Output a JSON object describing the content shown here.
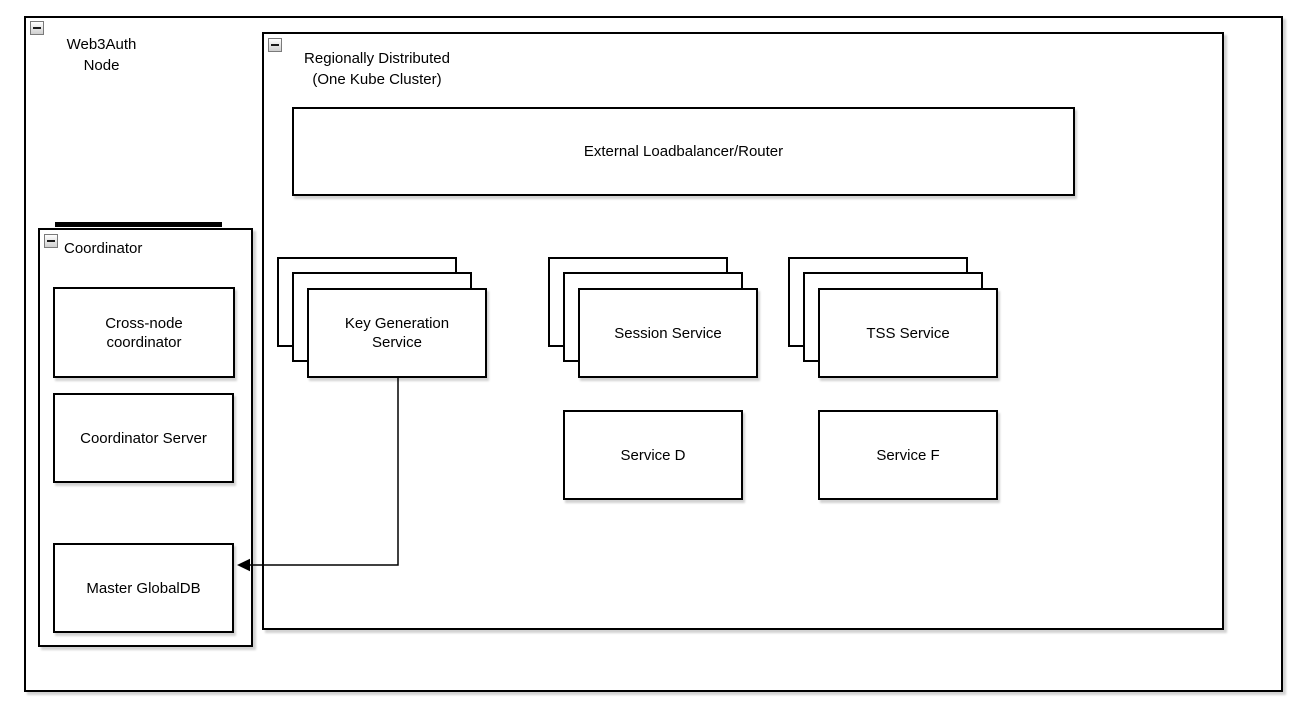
{
  "diagram": {
    "colors": {
      "stroke": "#000000",
      "fill": "#ffffff",
      "shadow": "#d0d0d0",
      "background": "#ffffff"
    },
    "outer_container": {
      "label_line1": "Web3Auth",
      "label_line2": "Node"
    },
    "cluster_container": {
      "label_line1": "Regionally Distributed",
      "label_line2": "(One Kube Cluster)"
    },
    "loadbalancer": {
      "label": "External Loadbalancer/Router"
    },
    "stacks": [
      {
        "label_line1": "Key Generation",
        "label_line2": "Service",
        "replicas": 3
      },
      {
        "label_line1": "Session Service",
        "label_line2": "",
        "replicas": 3
      },
      {
        "label_line1": "TSS Service",
        "label_line2": "",
        "replicas": 3
      }
    ],
    "services": [
      {
        "label": "Service D"
      },
      {
        "label": "Service F"
      }
    ],
    "coordinator_container": {
      "label": "Coordinator",
      "boxes": [
        {
          "label_line1": "Cross-node",
          "label_line2": "coordinator"
        },
        {
          "label_line1": "Coordinator Server",
          "label_line2": ""
        },
        {
          "label_line1": "Master GlobalDB",
          "label_line2": ""
        }
      ]
    },
    "edges": [
      {
        "from": "Key Generation Service",
        "to": "Master GlobalDB",
        "style": "orthogonal-arrow"
      }
    ]
  }
}
